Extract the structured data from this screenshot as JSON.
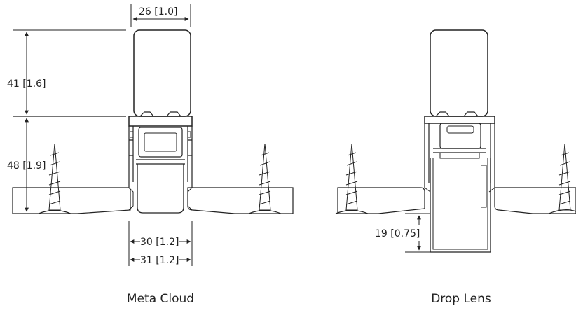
{
  "figures": [
    {
      "caption": "Meta Cloud",
      "dimensions": {
        "width_top": "26 [1.0]",
        "lens_height": "41 [1.6]",
        "body_height": "48 [1.9]",
        "inner_width": "30 [1.2]",
        "outer_width": "31 [1.2]"
      }
    },
    {
      "caption": "Drop Lens",
      "dimensions": {
        "drop": "19 [0.75]"
      }
    }
  ],
  "colors": {
    "line": "#222222",
    "background": "#ffffff"
  }
}
